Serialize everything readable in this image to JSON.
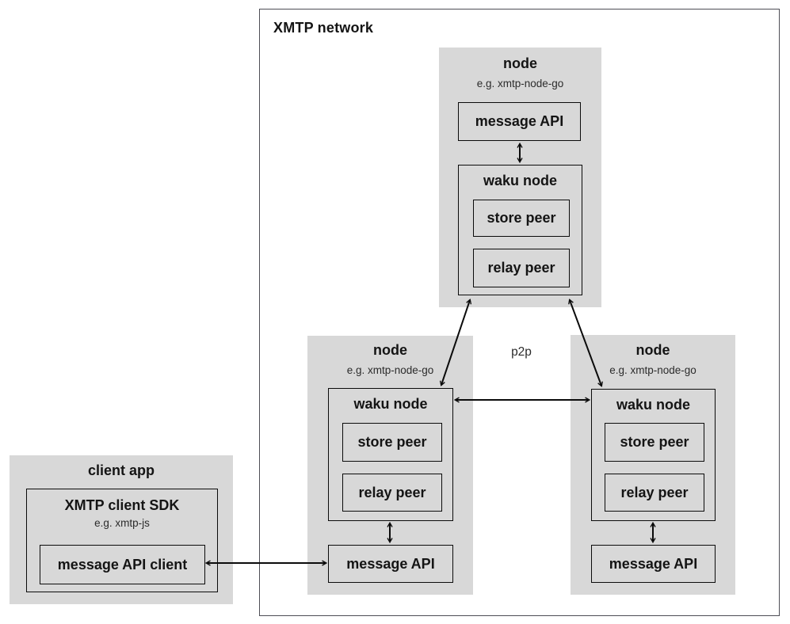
{
  "colors": {
    "node_bg": "#d8d8d8",
    "box_border": "#0b0b0b",
    "outer_border": "#4d4d55",
    "text": "#141414",
    "canvas_bg": "#ffffff"
  },
  "network": {
    "title": "XMTP network",
    "p2p_label": "p2p",
    "nodes": [
      {
        "position": "top",
        "title": "node",
        "subtitle": "e.g. xmtp-node-go",
        "message_api": "message API",
        "waku": {
          "title": "waku node",
          "store": "store peer",
          "relay": "relay peer"
        }
      },
      {
        "position": "bottom-left",
        "title": "node",
        "subtitle": "e.g. xmtp-node-go",
        "message_api": "message API",
        "waku": {
          "title": "waku node",
          "store": "store peer",
          "relay": "relay peer"
        }
      },
      {
        "position": "bottom-right",
        "title": "node",
        "subtitle": "e.g. xmtp-node-go",
        "message_api": "message API",
        "waku": {
          "title": "waku node",
          "store": "store peer",
          "relay": "relay peer"
        }
      }
    ]
  },
  "client_app": {
    "title": "client app",
    "sdk_title": "XMTP client SDK",
    "sdk_subtitle": "e.g. xmtp-js",
    "message_api_client": "message API client"
  }
}
